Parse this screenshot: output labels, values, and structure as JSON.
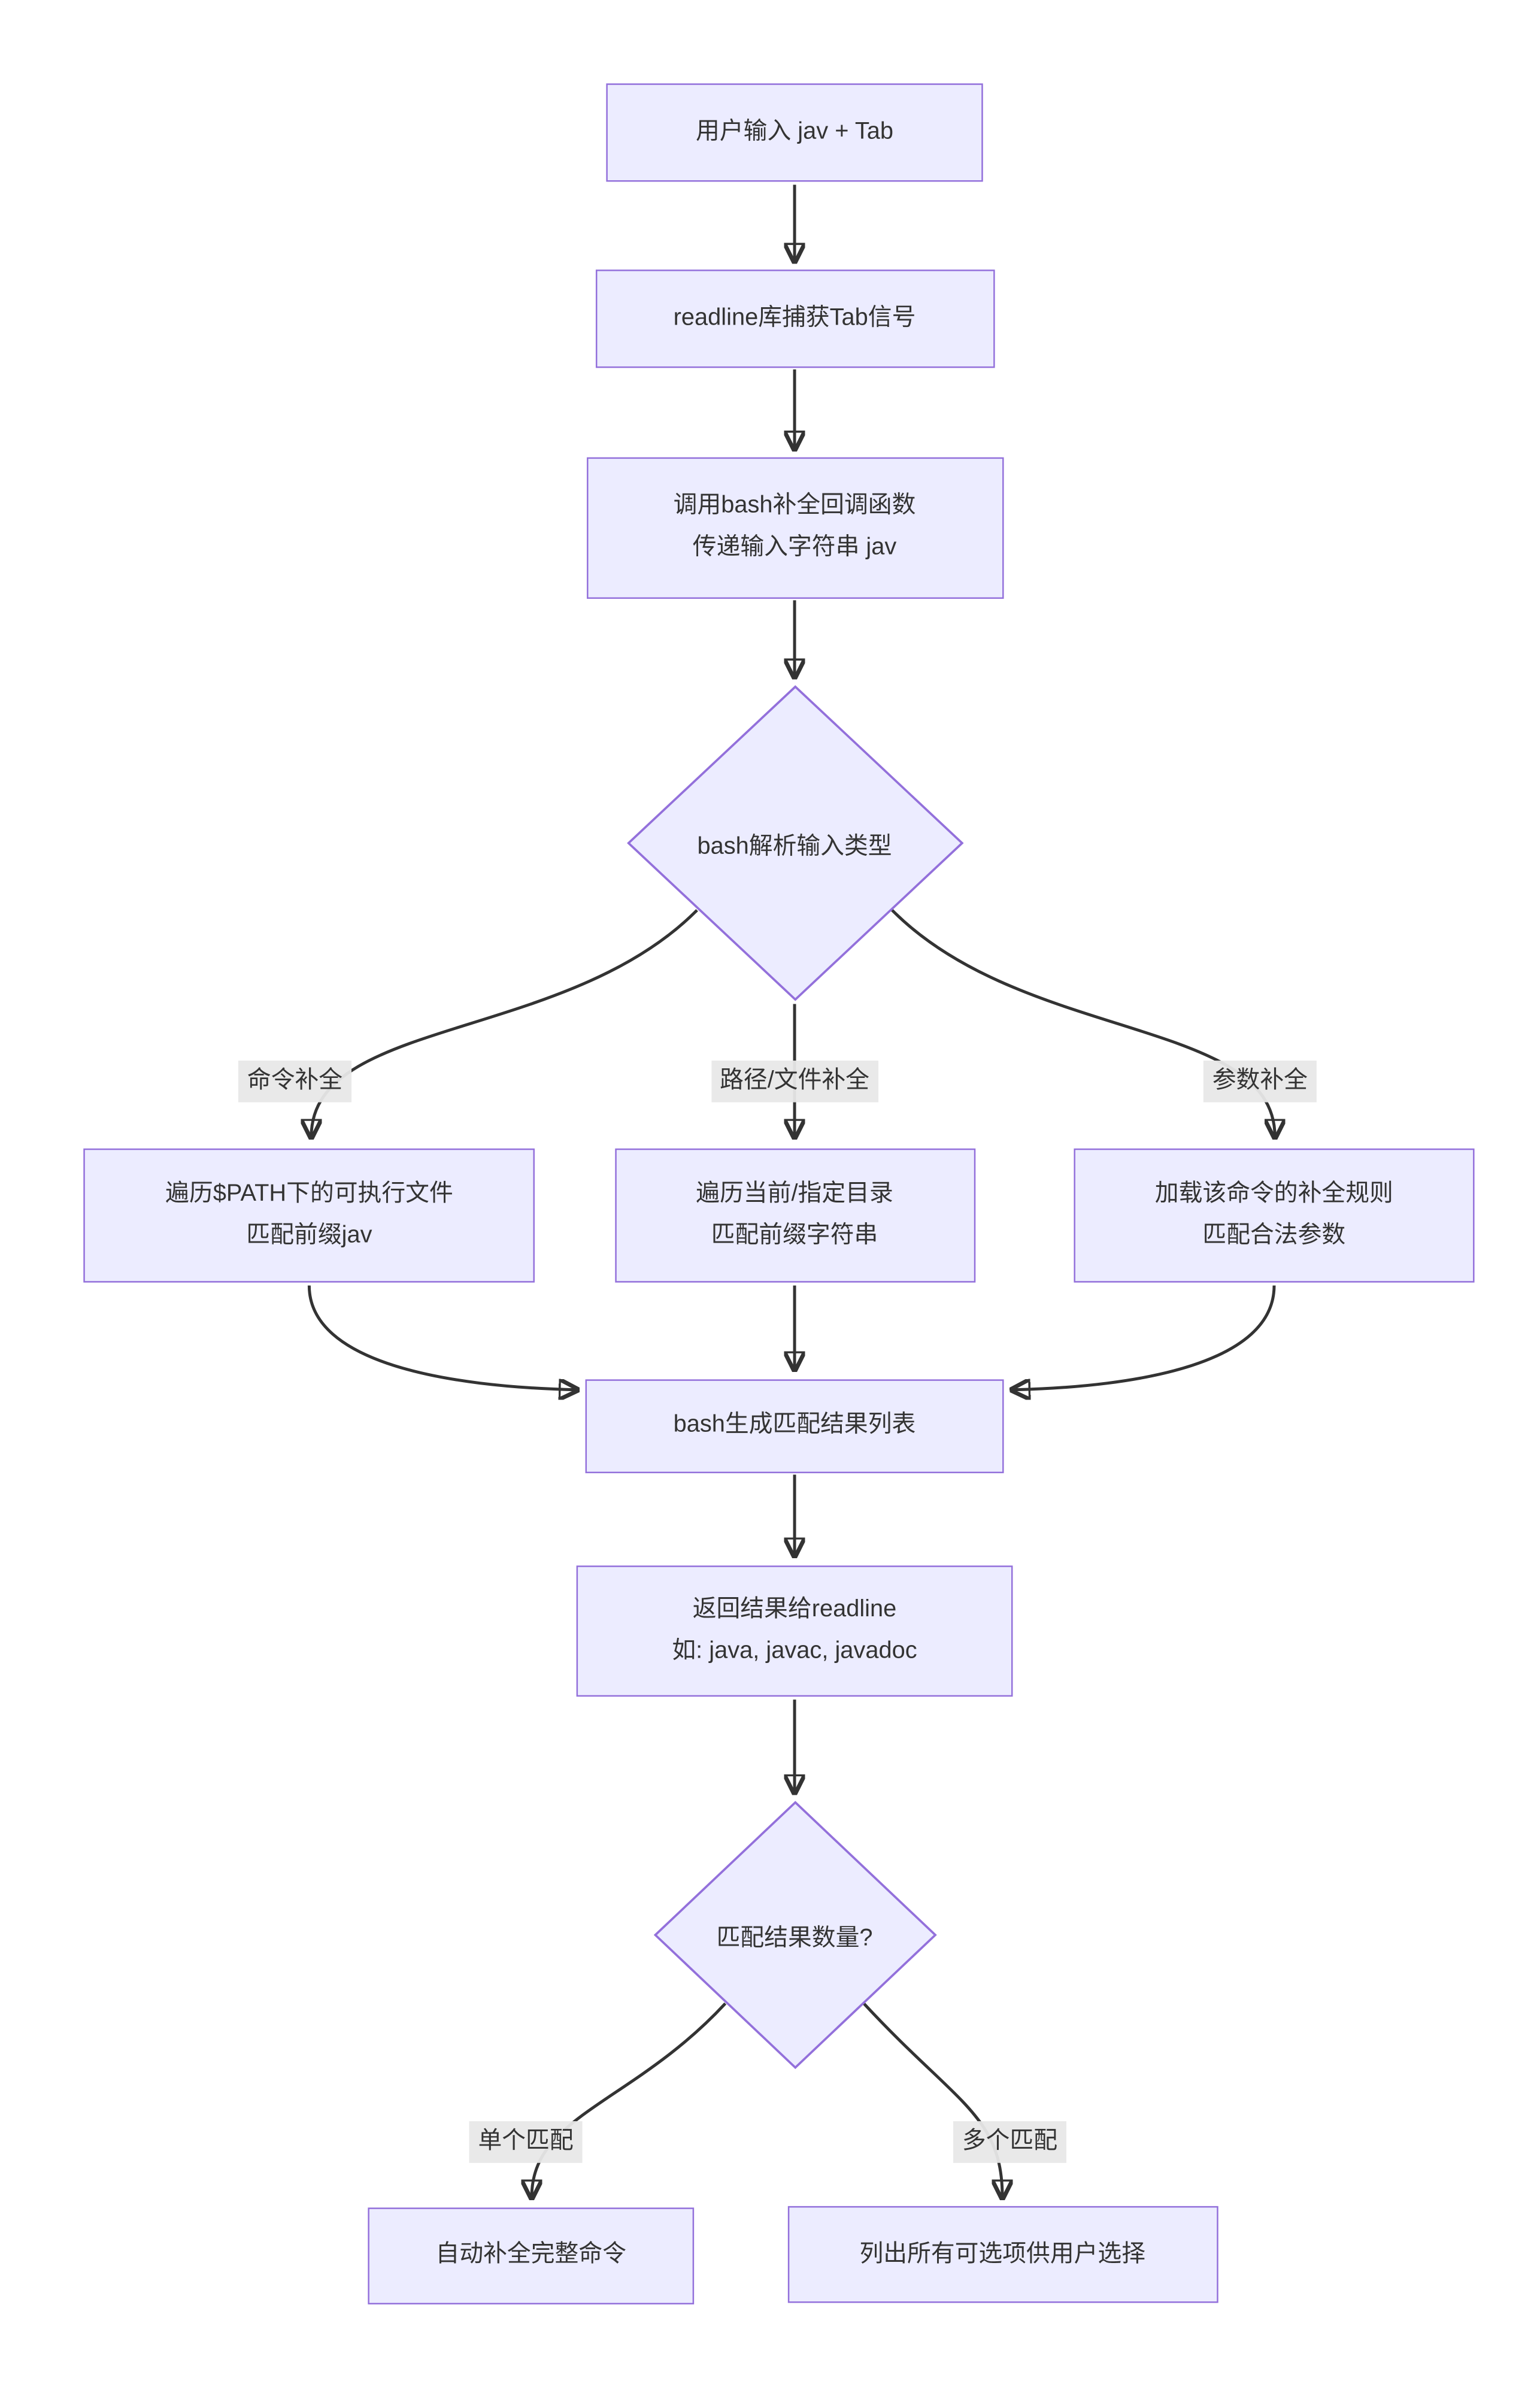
{
  "diagram": {
    "type": "flowchart",
    "direction": "top-down",
    "colors": {
      "background": "#ffffff",
      "node_fill": "#ECECFF",
      "node_border": "#9370DB",
      "text": "#333333",
      "edge": "#333333",
      "edge_label_bg": "#e8e8e8"
    },
    "nodes": {
      "user_input": {
        "shape": "rect",
        "lines": [
          "用户输入 jav + Tab"
        ]
      },
      "readline_capture": {
        "shape": "rect",
        "lines": [
          "readline库捕获Tab信号"
        ]
      },
      "bash_callback": {
        "shape": "rect",
        "lines": [
          "调用bash补全回调函数",
          "传递输入字符串 jav"
        ]
      },
      "parse_type": {
        "shape": "diamond",
        "lines": [
          "bash解析输入类型"
        ]
      },
      "cmd_completion": {
        "shape": "rect",
        "lines": [
          "遍历$PATH下的可执行文件",
          "匹配前缀jav"
        ]
      },
      "path_completion": {
        "shape": "rect",
        "lines": [
          "遍历当前/指定目录",
          "匹配前缀字符串"
        ]
      },
      "arg_completion": {
        "shape": "rect",
        "lines": [
          "加载该命令的补全规则",
          "匹配合法参数"
        ]
      },
      "match_list": {
        "shape": "rect",
        "lines": [
          "bash生成匹配结果列表"
        ]
      },
      "return_readline": {
        "shape": "rect",
        "lines": [
          "返回结果给readline",
          "如: java, javac, javadoc"
        ]
      },
      "match_count": {
        "shape": "diamond",
        "lines": [
          "匹配结果数量?"
        ]
      },
      "auto_complete": {
        "shape": "rect",
        "lines": [
          "自动补全完整命令"
        ]
      },
      "list_options": {
        "shape": "rect",
        "lines": [
          "列出所有可选项供用户选择"
        ]
      }
    },
    "edge_labels": {
      "cmd_completion": "命令补全",
      "path_completion": "路径/文件补全",
      "arg_completion": "参数补全",
      "single_match": "单个匹配",
      "multi_match": "多个匹配"
    }
  }
}
